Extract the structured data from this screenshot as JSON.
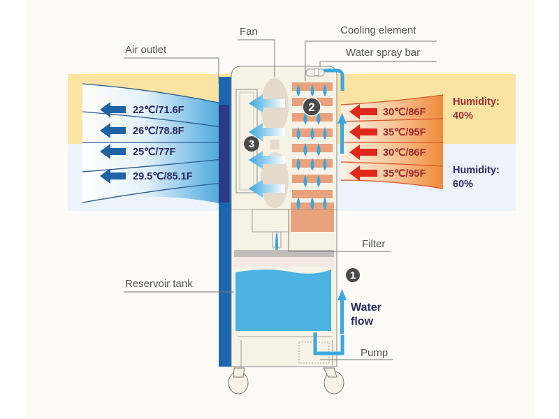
{
  "diagram": {
    "type": "evaporative-air-cooler-schematic",
    "labels": {
      "fan": "Fan",
      "cooling_element": "Cooling element",
      "water_spray_bar": "Water spray bar",
      "air_outlet": "Air outlet",
      "filter": "Filter",
      "reservoir_tank": "Reservoir tank",
      "pump": "Pump",
      "water_flow": [
        "Water",
        "flow"
      ]
    },
    "step_badges": [
      "1",
      "2",
      "3"
    ],
    "outlet_temperatures": [
      "22℃/71.6F",
      "26℃/78.8F",
      "25℃/77F",
      "29.5℃/85.1F"
    ],
    "inlet_temperatures": [
      "30℃/86F",
      "35℃/95F",
      "30℃/86F",
      "35℃/95F"
    ],
    "humidity_bands": [
      {
        "label": "Humidity:",
        "value": "40%",
        "color": "#9b2a2a"
      },
      {
        "label": "Humidity:",
        "value": "60%",
        "color": "#2b2a62"
      }
    ],
    "colors": {
      "band_dry": "#fbe4a3",
      "band_humid": "#eaf2fa",
      "cool_arrow": "#1f63a6",
      "hot_arrow": "#e1261c",
      "water": "#4ab3e2",
      "cooling_pad": "#e9a27c",
      "body": "#f6f2e6",
      "outlet_panel": "#2b3a85"
    }
  }
}
